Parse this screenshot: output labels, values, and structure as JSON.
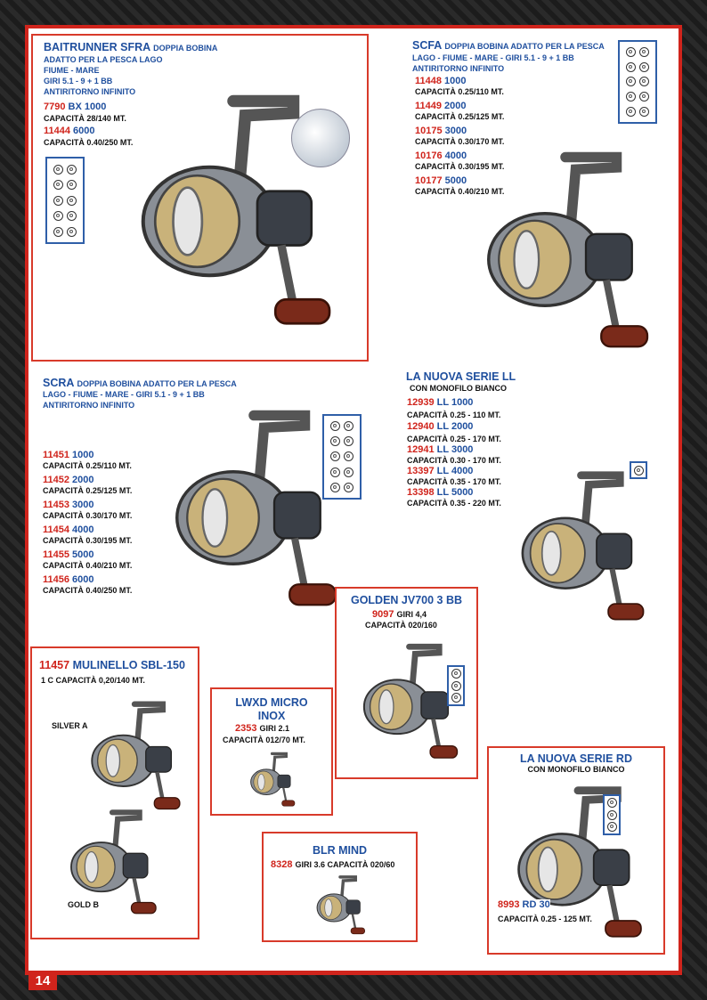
{
  "page_number": "14",
  "colors": {
    "frame_red": "#d0241c",
    "title_blue": "#1f4f9e",
    "price_red": "#d0241c"
  },
  "baitrunner": {
    "title": "BAITRUNNER SFRA",
    "title_suffix": "DOPPIA BOBINA",
    "lines": [
      "ADATTO PER LA PESCA LAGO",
      "FIUME - MARE",
      "GIRI 5.1 - 9 + 1 BB",
      "ANTIRITORNO INFINITO"
    ],
    "items": [
      {
        "code": "7790",
        "model": "BX 1000",
        "capacity": "CAPACITÀ 28/140 MT."
      },
      {
        "code": "11444",
        "model": "6000",
        "capacity": "CAPACITÀ 0.40/250 MT."
      }
    ]
  },
  "scfa": {
    "title": "SCFA",
    "title_suffix": "DOPPIA BOBINA ADATTO PER LA PESCA",
    "lines": [
      "LAGO - FIUME - MARE - GIRI 5.1 - 9 + 1 BB",
      "ANTIRITORNO INFINITO"
    ],
    "items": [
      {
        "code": "11448",
        "model": "1000",
        "capacity": "CAPACITÀ 0.25/110 MT."
      },
      {
        "code": "11449",
        "model": "2000",
        "capacity": "CAPACITÀ 0.25/125 MT."
      },
      {
        "code": "10175",
        "model": "3000",
        "capacity": "CAPACITÀ 0.30/170 MT."
      },
      {
        "code": "10176",
        "model": "4000",
        "capacity": "CAPACITÀ 0.30/195 MT."
      },
      {
        "code": "10177",
        "model": "5000",
        "capacity": "CAPACITÀ 0.40/210 MT."
      }
    ]
  },
  "scra": {
    "title": "SCRA",
    "title_suffix": "DOPPIA BOBINA ADATTO PER LA PESCA",
    "lines": [
      "LAGO - FIUME - MARE - GIRI 5.1 - 9 + 1 BB",
      "ANTIRITORNO INFINITO"
    ],
    "items": [
      {
        "code": "11451",
        "model": "1000",
        "capacity": "CAPACITÀ 0.25/110 MT."
      },
      {
        "code": "11452",
        "model": "2000",
        "capacity": "CAPACITÀ 0.25/125 MT."
      },
      {
        "code": "11453",
        "model": "3000",
        "capacity": "CAPACITÀ 0.30/170 MT."
      },
      {
        "code": "11454",
        "model": "4000",
        "capacity": "CAPACITÀ 0.30/195 MT."
      },
      {
        "code": "11455",
        "model": "5000",
        "capacity": "CAPACITÀ 0.40/210 MT."
      },
      {
        "code": "11456",
        "model": "6000",
        "capacity": "CAPACITÀ 0.40/250 MT."
      }
    ]
  },
  "ll": {
    "title": "LA NUOVA SERIE LL",
    "subtitle": "CON MONOFILO BIANCO",
    "items": [
      {
        "code": "12939",
        "model": "LL 1000",
        "capacity": "CAPACITÀ 0.25 - 110 MT."
      },
      {
        "code": "12940",
        "model": "LL 2000",
        "capacity": "CAPACITÀ 0.25 - 170 MT."
      },
      {
        "code": "12941",
        "model": "LL 3000",
        "capacity": "CAPACITÀ 0.30 - 170 MT."
      },
      {
        "code": "13397",
        "model": "LL 4000",
        "capacity": "CAPACITÀ 0.35 - 170 MT."
      },
      {
        "code": "13398",
        "model": "LL 5000",
        "capacity": "CAPACITÀ 0.35 - 220 MT."
      }
    ]
  },
  "golden": {
    "title": "GOLDEN JV700 3 BB",
    "code": "9097",
    "giri": "GIRI 4,4",
    "capacity": "CAPACITÀ 020/160"
  },
  "sbl": {
    "code": "11457",
    "title": "MULINELLO SBL-150",
    "capacity": "1 C CAPACITÀ 0,20/140 MT.",
    "label_a": "SILVER A",
    "label_b": "GOLD B"
  },
  "lwxd": {
    "title_1": "LWXD MICRO",
    "title_2": "INOX",
    "code": "2353",
    "giri": "GIRI 2.1",
    "capacity": "CAPACITÀ 012/70 MT."
  },
  "blr": {
    "title": "BLR MIND",
    "code": "8328",
    "info": "GIRI 3.6 CAPACITÀ 020/60"
  },
  "rd": {
    "title": "LA NUOVA SERIE RD",
    "subtitle": "CON MONOFILO BIANCO",
    "code": "8993",
    "model": "RD 30",
    "capacity": "CAPACITÀ 0.25 - 125 MT."
  }
}
